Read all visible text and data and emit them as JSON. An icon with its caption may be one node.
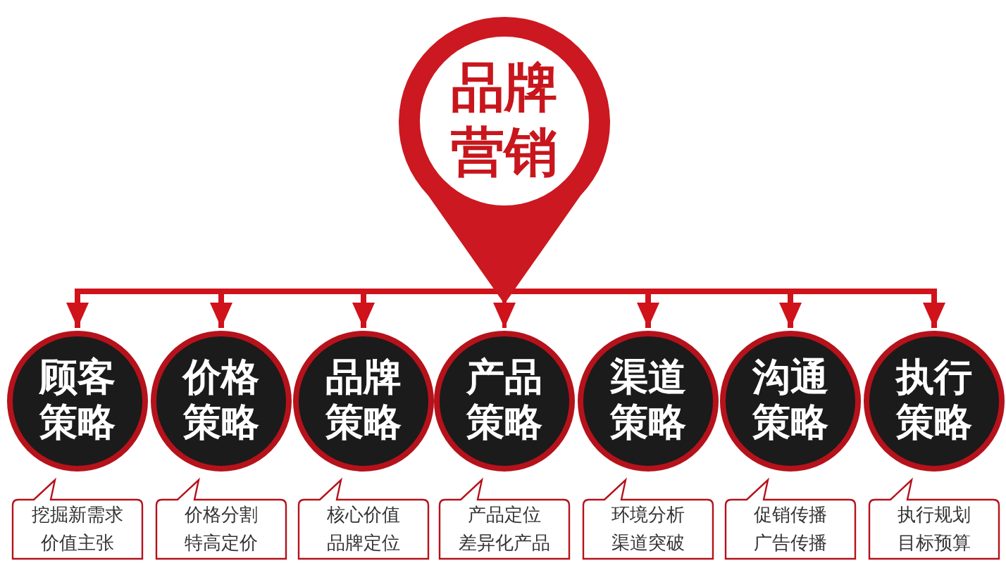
{
  "diagram": {
    "nodes": [
      {
        "text": [
          "品牌营销"
        ]
      },
      {
        "text": [
          "顾客策略"
        ]
      },
      {
        "text": [
          "价格策略"
        ]
      },
      {
        "text": [
          "品牌策略"
        ]
      },
      {
        "text": [
          "产品策略"
        ]
      },
      {
        "text": [
          "渠道策略"
        ]
      },
      {
        "text": [
          "沟通策略"
        ]
      },
      {
        "text": [
          "执行策略"
        ]
      },
      {
        "text": [
          "挖掘新需求",
          "价值主张"
        ]
      },
      {
        "text": [
          "价格分割",
          "特高定价"
        ]
      },
      {
        "text": [
          "核心价值",
          "品牌定位"
        ]
      },
      {
        "text": [
          "产品定位",
          "差异化产品"
        ]
      },
      {
        "text": [
          "环境分析",
          "渠道突破"
        ]
      },
      {
        "text": [
          "促销传播",
          "广告传播"
        ]
      },
      {
        "text": [
          "执行规划",
          "目标预算"
        ]
      }
    ],
    "edges": [
      {
        "from": 0,
        "to": 1,
        "arrow": "to"
      },
      {
        "from": 0,
        "to": 2,
        "arrow": "to"
      },
      {
        "from": 0,
        "to": 3,
        "arrow": "to"
      },
      {
        "from": 0,
        "to": 4,
        "arrow": "to"
      },
      {
        "from": 0,
        "to": 5,
        "arrow": "to"
      },
      {
        "from": 0,
        "to": 6,
        "arrow": "to"
      },
      {
        "from": 0,
        "to": 7,
        "arrow": "to"
      }
    ]
  }
}
